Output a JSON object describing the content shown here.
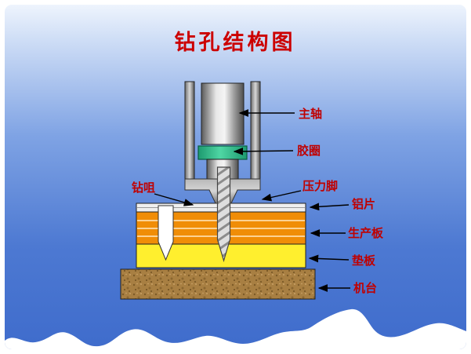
{
  "slide": {
    "title": "钻孔结构图"
  },
  "labels": {
    "spindle": "主轴",
    "rubber_ring": "胶圈",
    "pressure_foot": "压力脚",
    "drill_bit": "钻咀",
    "aluminum_sheet": "铝片",
    "production_board": "生产板",
    "backing_board": "垫板",
    "machine_table": "机台"
  },
  "colors": {
    "title_red": "#cc0000",
    "label_red": "#c00000",
    "rubber_ring_green": "#2fbf92",
    "production_board_orange": "#f08d07",
    "backing_board_yellow": "#ffef2e",
    "machine_table_brown": "#a87f42",
    "background_top": "#e8f0fc",
    "background_bottom": "#3f6ccc",
    "wave_white": "#ffffff"
  }
}
